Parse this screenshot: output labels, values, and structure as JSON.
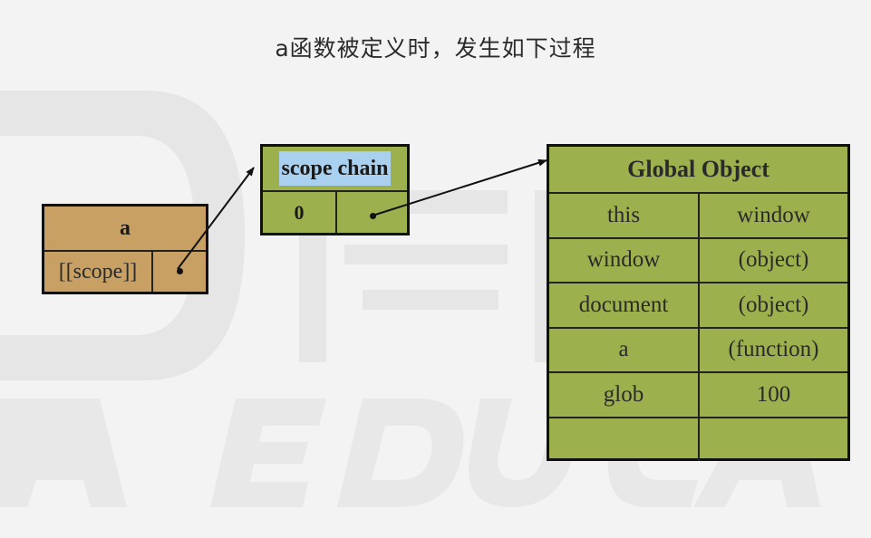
{
  "title": "a函数被定义时，发生如下过程",
  "function_object": {
    "name": "a",
    "scope_label": "[[scope]]"
  },
  "scope_chain": {
    "header": "scope chain",
    "index": "0"
  },
  "global_object": {
    "title": "Global Object",
    "rows": [
      {
        "key": "this",
        "value": "window"
      },
      {
        "key": "window",
        "value": "(object)"
      },
      {
        "key": "document",
        "value": "(object)"
      },
      {
        "key": "a",
        "value": "(function)"
      },
      {
        "key": "glob",
        "value": "100"
      },
      {
        "key": "",
        "value": ""
      }
    ]
  },
  "colors": {
    "function_box": "#c8a064",
    "green_box": "#9cb14e",
    "highlight": "#a9d0ee",
    "border": "#111111"
  }
}
